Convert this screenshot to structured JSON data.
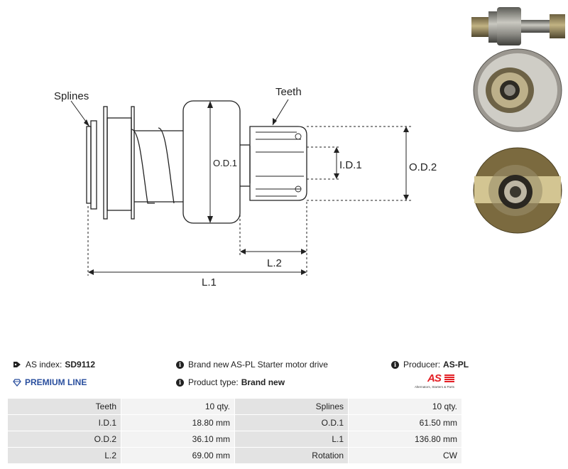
{
  "diagram": {
    "labels": {
      "splines": "Splines",
      "teeth": "Teeth",
      "od1": "O.D.1",
      "id1": "I.D.1",
      "od2": "O.D.2",
      "l2": "L.2",
      "l1": "L.1"
    }
  },
  "info": {
    "as_index_label": "AS index:",
    "as_index_value": "SD9112",
    "description": "Brand new AS-PL Starter motor drive",
    "producer_label": "Producer:",
    "producer_value": "AS-PL",
    "premium": "PREMIUM LINE",
    "product_type_label": "Product type:",
    "product_type_value": "Brand new",
    "logo_text": "AS",
    "logo_tagline": "Alternators, Starters & Parts"
  },
  "colors": {
    "premium": "#2a4f9e",
    "logo_red": "#e31e24"
  },
  "specs": {
    "rows": [
      [
        {
          "k": "Teeth",
          "v": "10 qty."
        },
        {
          "k": "Splines",
          "v": "10 qty."
        }
      ],
      [
        {
          "k": "I.D.1",
          "v": "18.80 mm"
        },
        {
          "k": "O.D.1",
          "v": "61.50 mm"
        }
      ],
      [
        {
          "k": "O.D.2",
          "v": "36.10 mm"
        },
        {
          "k": "L.1",
          "v": "136.80 mm"
        }
      ],
      [
        {
          "k": "L.2",
          "v": "69.00 mm"
        },
        {
          "k": "Rotation",
          "v": "CW"
        }
      ]
    ]
  }
}
